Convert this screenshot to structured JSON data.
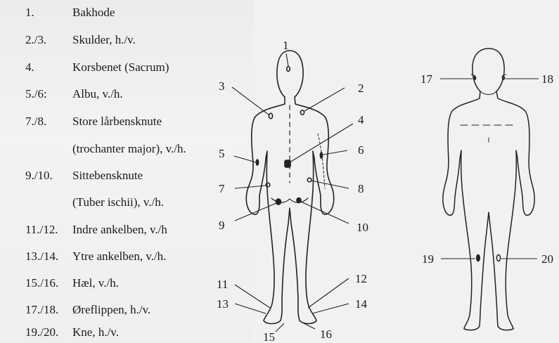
{
  "legend": [
    {
      "num": "1.",
      "desc": "Bakhode"
    },
    {
      "num": "2./3.",
      "desc": "Skulder, h./v."
    },
    {
      "num": "4.",
      "desc": "Korsbenet (Sacrum)"
    },
    {
      "num": "5./6:",
      "desc": "Albu, v./h."
    },
    {
      "num": "7./8.",
      "desc": "Store lårbensknute"
    },
    {
      "num": "",
      "desc": "(trochanter major), v./h."
    },
    {
      "num": "9./10.",
      "desc": "Sittebensknute"
    },
    {
      "num": "",
      "desc": "(Tuber ischii), v./h."
    },
    {
      "num": "11./12.",
      "desc": "Indre ankelben, v./h"
    },
    {
      "num": "13./14.",
      "desc": "Ytre ankelben, v./h."
    },
    {
      "num": "15./16.",
      "desc": "Hæl, v./h."
    },
    {
      "num": "17./18.",
      "desc": "Øreflippen, h./v."
    },
    {
      "num": "19./20.",
      "desc": "Kne, h./v."
    }
  ],
  "back_figure_labels": {
    "l1": "1",
    "l2": "2",
    "l3": "3",
    "l4": "4",
    "l5": "5",
    "l6": "6",
    "l7": "7",
    "l8": "8",
    "l9": "9",
    "l10": "10",
    "l11": "11",
    "l12": "12",
    "l13": "13",
    "l14": "14",
    "l15": "15",
    "l16": "16"
  },
  "front_figure_labels": {
    "l17": "17",
    "l18": "18",
    "l19": "19",
    "l20": "20"
  }
}
